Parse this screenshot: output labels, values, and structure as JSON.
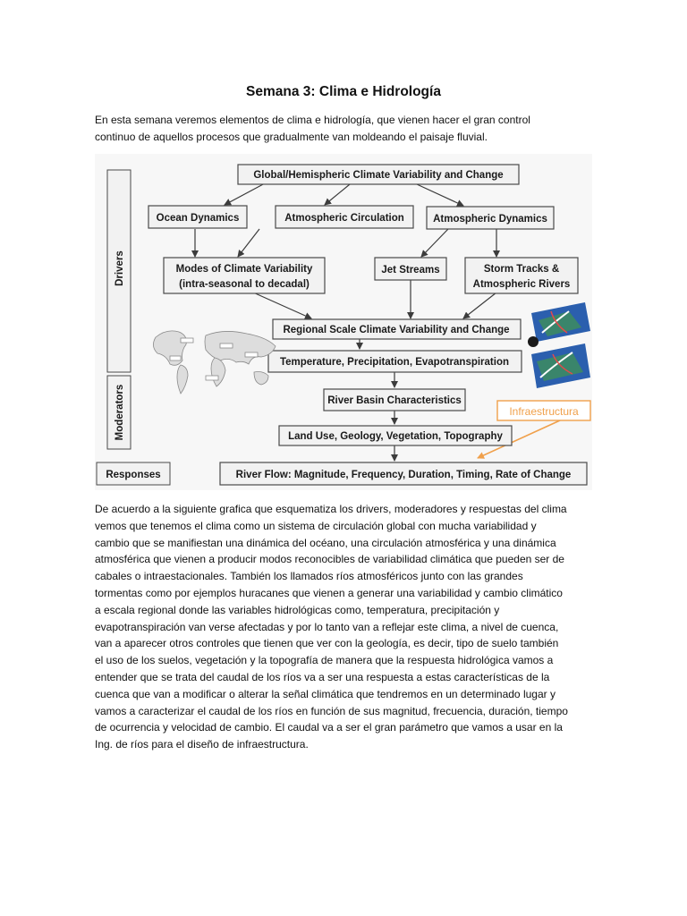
{
  "document": {
    "title": "Semana 3: Clima e Hidrología",
    "intro_lines": [
      "En esta semana veremos elementos de clima e hidrología, que vienen hacer el gran control",
      "continuo de aquellos procesos que gradualmente van moldeando el paisaje fluvial."
    ],
    "body_lines": [
      "De acuerdo a la siguiente grafica que esquematiza los drivers, moderadores y respuestas del clima",
      "vemos que tenemos el clima como un sistema de circulación global con mucha variabilidad y",
      "cambio que se manifiestan una dinámica del océano, una circulación atmosférica y una dinámica",
      "atmosférica que vienen a producir modos reconocibles de variabilidad climática que pueden ser de",
      "cabales o intraestacionales. También los llamados ríos atmosféricos junto con las grandes",
      "tormentas como por ejemplos huracanes que vienen a generar una variabilidad y cambio climático",
      "a escala regional donde las variables hidrológicas como, temperatura, precipitación y",
      "evapotranspiración van verse afectadas y por lo tanto van a reflejar este clima, a nivel de cuenca,",
      "van a aparecer otros controles que tienen que ver con la geología, es decir, tipo de suelo también",
      "el uso de los suelos, vegetación y la topografía de manera que la respuesta hidrológica  vamos a",
      "entender que se trata del caudal de los ríos va a ser una respuesta a estas características de la",
      "cuenca que van a modificar o alterar la señal climática que tendremos en un determinado lugar y",
      "vamos a caracterizar el caudal de los ríos en función de sus magnitud, frecuencia, duración, tiempo",
      "de ocurrencia y velocidad de cambio. El caudal va a ser el gran parámetro que vamos a usar en la",
      "Ing. de ríos para el diseño de infraestructura."
    ]
  },
  "diagram": {
    "side_labels": {
      "drivers": "Drivers",
      "moderators": "Moderators",
      "responses": "Responses"
    },
    "nodes": {
      "global": "Global/Hemispheric Climate Variability and Change",
      "ocean": "Ocean Dynamics",
      "atm_circ": "Atmospheric Circulation",
      "atm_dyn": "Atmospheric Dynamics",
      "modes_1": "Modes of Climate Variability",
      "modes_2": "(intra-seasonal to decadal)",
      "jet": "Jet Streams",
      "storm_1": "Storm Tracks &",
      "storm_2": "Atmospheric Rivers",
      "regional": "Regional Scale Climate Variability and Change",
      "tpe": "Temperature, Precipitation, Evapotranspiration",
      "basin": "River Basin Characteristics",
      "land": "Land Use, Geology, Vegetation, Topography",
      "flow": "River Flow: Magnitude, Frequency, Duration, Timing, Rate of Change",
      "infra": "Infraestructura"
    },
    "colors": {
      "box_fill": "#f2f2f2",
      "box_stroke": "#4a4a4a",
      "arrow": "#3c3c3c",
      "infra": "#f0a04b",
      "figure_bg": "#f7f7f7",
      "map_blue": "#2b5fae",
      "map_green": "#3f8f5a"
    }
  }
}
